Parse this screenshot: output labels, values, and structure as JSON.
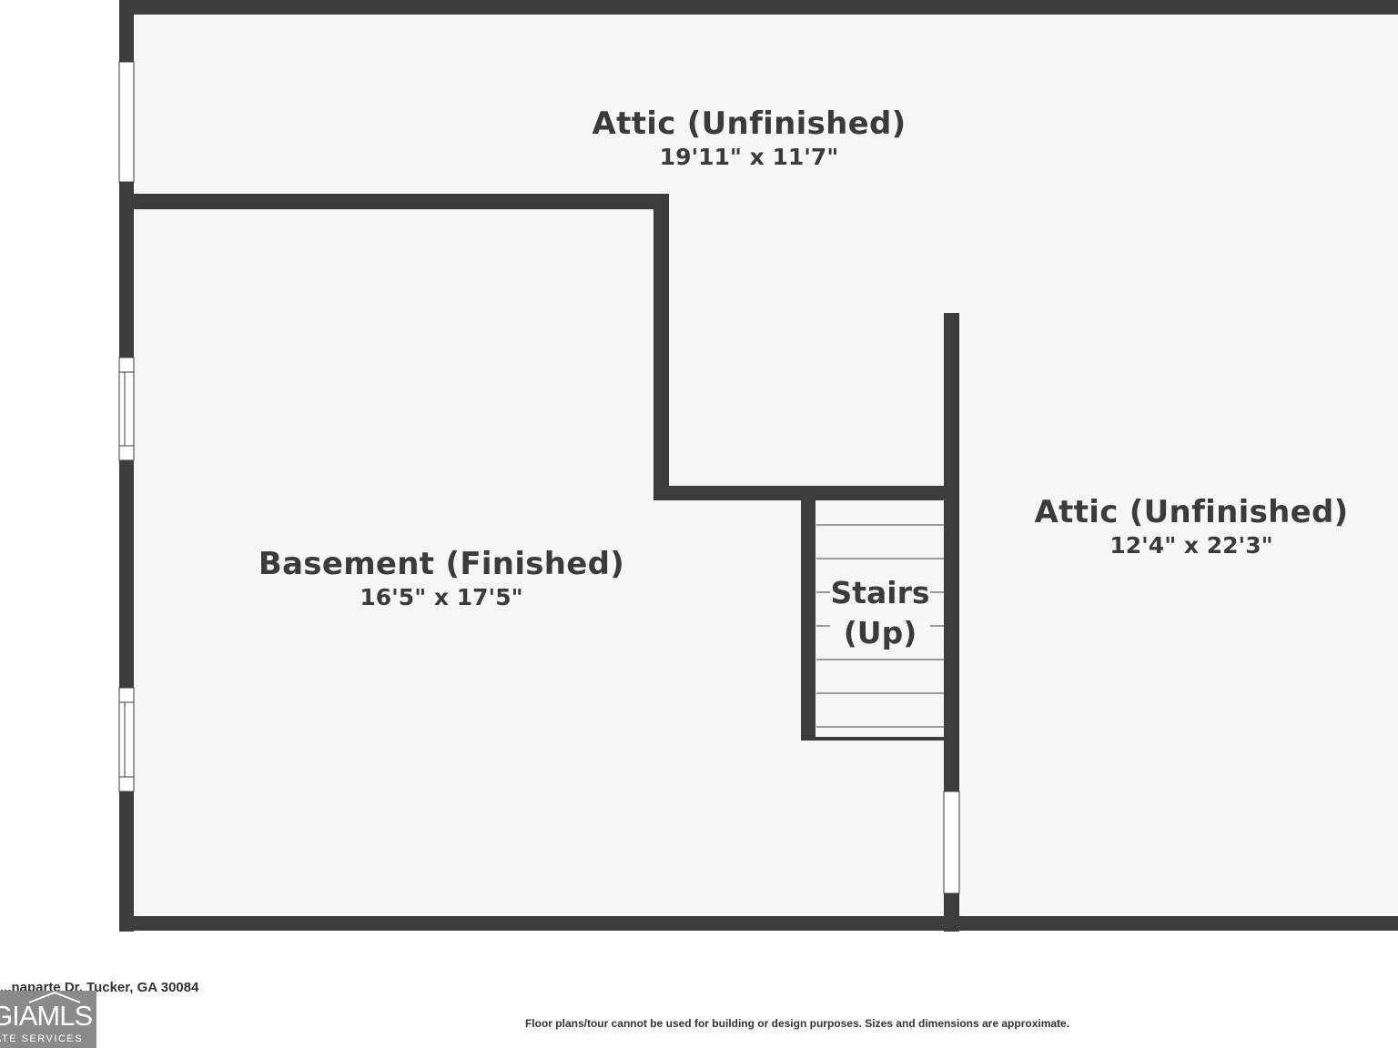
{
  "rooms": {
    "attic_top": {
      "name": "Attic (Unfinished)",
      "dims": "19'11\" x 11'7\""
    },
    "attic_right": {
      "name": "Attic (Unfinished)",
      "dims": "12'4\" x 22'3\""
    },
    "basement": {
      "name": "Basement (Finished)",
      "dims": "16'5\" x 17'5\""
    },
    "stairs": {
      "line1": "Stairs",
      "line2": "(Up)"
    }
  },
  "footer": {
    "address": "...naparte Dr, Tucker, GA 30084",
    "logo_text": "GIAMLS",
    "logo_subtext": "ATE SERVICES",
    "disclaimer": "Floor plans/tour cannot be used for building or design purposes. Sizes and dimensions are approximate."
  },
  "colors": {
    "wall": "#3c3c3c",
    "floor": "#f6f6f6",
    "window": "#ffffff",
    "stair_line": "#9a9a9a",
    "text": "#3b3b3b"
  }
}
